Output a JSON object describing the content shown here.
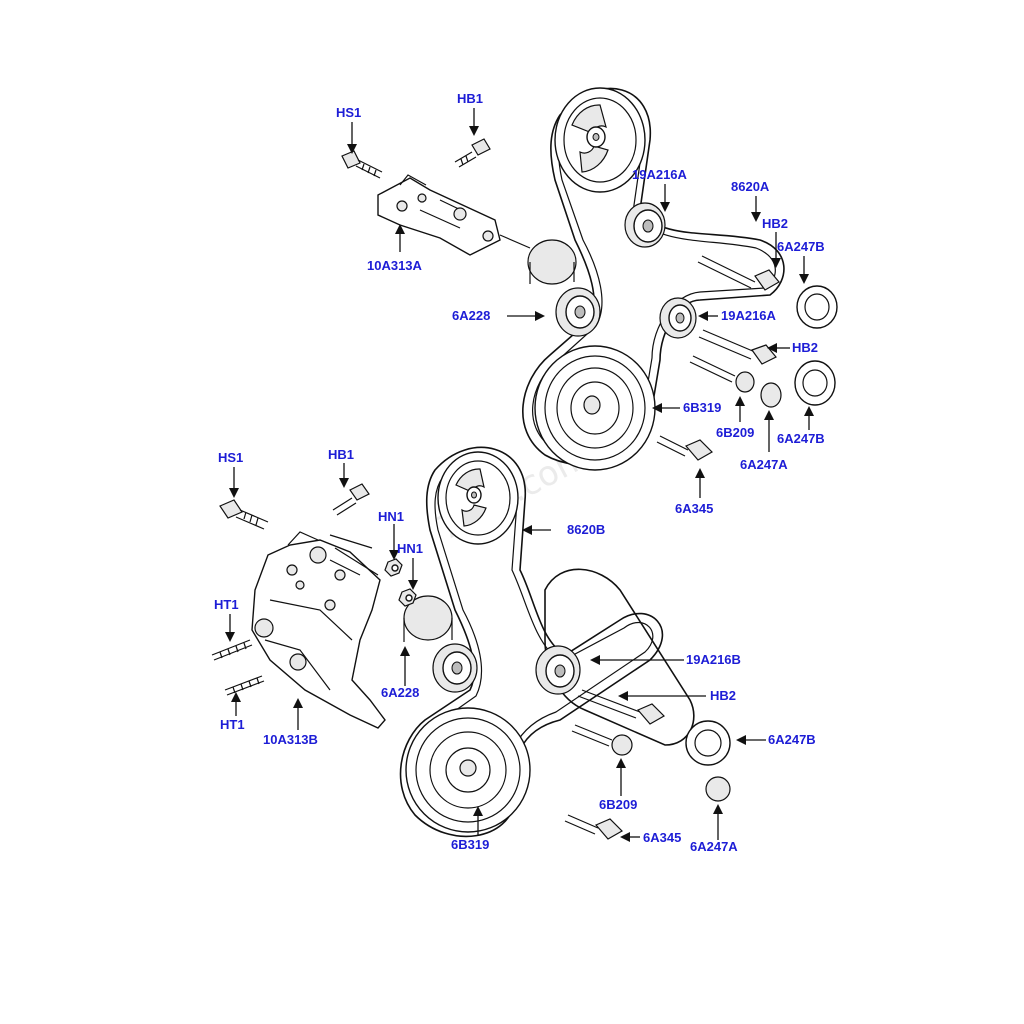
{
  "watermark": "7zap.com",
  "labels": {
    "top": {
      "hs1": "HS1",
      "hb1": "HB1",
      "bracket": "10A313A",
      "pulley_19a216a_1": "19A216A",
      "belt": "8620A",
      "hb2_1": "HB2",
      "cap_6a247b_1": "6A247B",
      "tensioner": "6A228",
      "pulley_19a216a_2": "19A216A",
      "hb2_2": "HB2",
      "crank_pulley": "6B319",
      "washer": "6B209",
      "cap_6a247b_2": "6A247B",
      "cap_6a247a": "6A247A",
      "bolt": "6A345"
    },
    "bottom": {
      "hs1": "HS1",
      "hb1": "HB1",
      "hn1_1": "HN1",
      "hn1_2": "HN1",
      "belt": "8620B",
      "ht1_1": "HT1",
      "ht1_2": "HT1",
      "bracket": "10A313B",
      "tensioner": "6A228",
      "pulley_19a216b": "19A216B",
      "hb2": "HB2",
      "cap_6a247b": "6A247B",
      "washer": "6B209",
      "crank_pulley": "6B319",
      "bolt": "6A345",
      "cap_6a247a": "6A247A"
    }
  },
  "colors": {
    "label": "#1d1dd6",
    "line": "#111111",
    "background": "#ffffff"
  }
}
